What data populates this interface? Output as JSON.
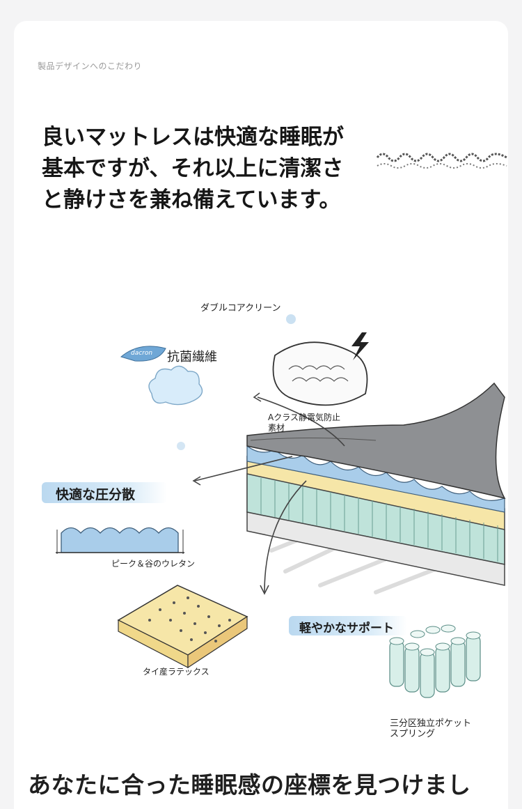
{
  "section": {
    "label": "製品デザインへのこだわり"
  },
  "headline": {
    "line1": "良いマットレスは快適な睡眠が",
    "line2": "基本ですが、それ以上に清潔さ",
    "line3": "と静けさを兼ね備えています。"
  },
  "labels": {
    "double_core": "ダブルコアクリーン",
    "antibacterial": "抗菌繊維",
    "dacron_logo": "dacron",
    "antistatic_line1": "Aクラス静電気防止",
    "antistatic_line2": "素材",
    "pressure": "快適な圧分散",
    "peak_valley": "ピーク＆谷のウレタン",
    "latex": "タイ産ラテックス",
    "support": "軽やかなサポート",
    "spring_line1": "三分区独立ポケット",
    "spring_line2": "スプリング"
  },
  "footer": {
    "text": "あなたに合った睡眠感の座標を見つけまし"
  },
  "colors": {
    "accent_blue": "#9cc7e8",
    "foam": "#f6e6a8",
    "spring_green": "#bfe3da"
  }
}
